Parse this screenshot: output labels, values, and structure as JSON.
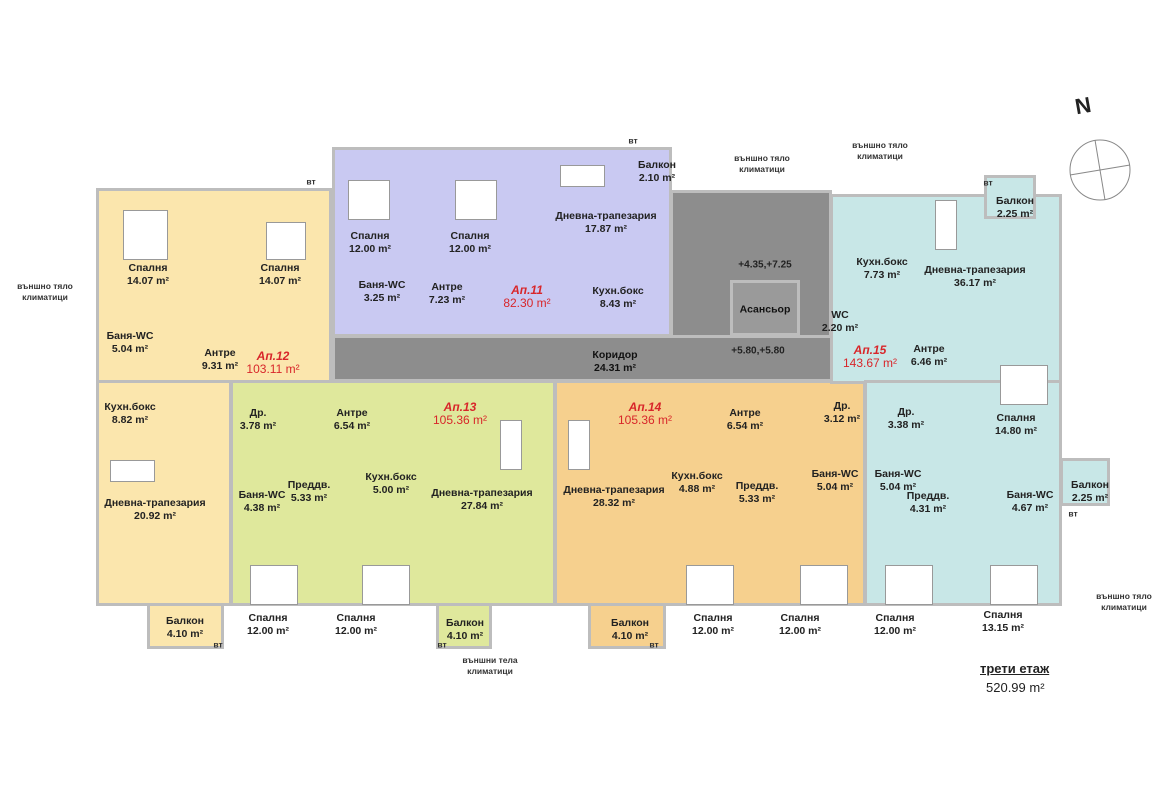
{
  "colors": {
    "ap11": "#c9c9f2",
    "ap12": "#fbe6ad",
    "ap13": "#dfe89c",
    "ap14": "#f6d08e",
    "ap15": "#c8e7e7",
    "common": "#8d8d8d",
    "title": "#d8262a"
  },
  "apartments": {
    "ap11": {
      "name": "Ап.11",
      "area": "82.30 m²"
    },
    "ap12": {
      "name": "Ап.12",
      "area": "103.11 m²"
    },
    "ap13": {
      "name": "Ап.13",
      "area": "105.36 m²"
    },
    "ap14": {
      "name": "Ап.14",
      "area": "105.36 m²"
    },
    "ap15": {
      "name": "Ап.15",
      "area": "143.67 m²"
    }
  },
  "rooms": [
    {
      "name": "Спалня",
      "area": "14.07 m²"
    },
    {
      "name": "Спалня",
      "area": "14.07 m²"
    },
    {
      "name": "Баня-WC",
      "area": "5.04 m²"
    },
    {
      "name": "Антре",
      "area": "9.31 m²"
    },
    {
      "name": "Кухн.бокс",
      "area": "8.82 m²"
    },
    {
      "name": "Дневна-трапезария",
      "area": "20.92 m²"
    },
    {
      "name": "Балкон",
      "area": "4.10 m²"
    },
    {
      "name": "Спалня",
      "area": "12.00 m²"
    },
    {
      "name": "Спалня",
      "area": "12.00 m²"
    },
    {
      "name": "Баня-WC",
      "area": "3.25 m²"
    },
    {
      "name": "Антре",
      "area": "7.23 m²"
    },
    {
      "name": "Кухн.бокс",
      "area": "8.43 m²"
    },
    {
      "name": "Дневна-трапезария",
      "area": "17.87 m²"
    },
    {
      "name": "Балкон",
      "area": "2.10 m²"
    },
    {
      "name": "Коридор",
      "area": "24.31 m²"
    },
    {
      "name": "Асансьор",
      "area": ""
    },
    {
      "name": "Др.",
      "area": "3.78 m²"
    },
    {
      "name": "Антре",
      "area": "6.54 m²"
    },
    {
      "name": "Кухн.бокс",
      "area": "5.00 m²"
    },
    {
      "name": "Дневна-трапезария",
      "area": "27.84 m²"
    },
    {
      "name": "Преддв.",
      "area": "5.33 m²"
    },
    {
      "name": "Баня-WC",
      "area": "4.38 m²"
    },
    {
      "name": "Спалня",
      "area": "12.00 m²"
    },
    {
      "name": "Спалня",
      "area": "12.00 m²"
    },
    {
      "name": "Балкон",
      "area": "4.10 m²"
    },
    {
      "name": "Антре",
      "area": "6.54 m²"
    },
    {
      "name": "Др.",
      "area": "3.12 m²"
    },
    {
      "name": "Кухн.бокс",
      "area": "4.88 m²"
    },
    {
      "name": "Дневна-трапезария",
      "area": "28.32 m²"
    },
    {
      "name": "Преддв.",
      "area": "5.33 m²"
    },
    {
      "name": "Баня-WC",
      "area": "5.04 m²"
    },
    {
      "name": "Спалня",
      "area": "12.00 m²"
    },
    {
      "name": "Спалня",
      "area": "12.00 m²"
    },
    {
      "name": "Балкон",
      "area": "4.10 m²"
    },
    {
      "name": "Кухн.бокс",
      "area": "7.73 m²"
    },
    {
      "name": "Дневна-трапезария",
      "area": "36.17 m²"
    },
    {
      "name": "Балкон",
      "area": "2.25 m²"
    },
    {
      "name": "WC",
      "area": "2.20 m²"
    },
    {
      "name": "Антре",
      "area": "6.46 m²"
    },
    {
      "name": "Др.",
      "area": "3.38 m²"
    },
    {
      "name": "Спалня",
      "area": "14.80 m²"
    },
    {
      "name": "Баня-WC",
      "area": "5.04 m²"
    },
    {
      "name": "Преддв.",
      "area": "4.31 m²"
    },
    {
      "name": "Баня-WC",
      "area": "4.67 m²"
    },
    {
      "name": "Балкон",
      "area": "2.25 m²"
    },
    {
      "name": "Спалня",
      "area": "12.00 m²"
    },
    {
      "name": "Спалня",
      "area": "13.15 m²"
    }
  ],
  "levels": [
    "+4.35,+7.25",
    "+5.80,+5.80"
  ],
  "notes": {
    "ac_unit": [
      "външно тяло",
      "климатици"
    ],
    "ac_units": [
      "външни тела",
      "климатици"
    ],
    "vt": "вт"
  },
  "footer": {
    "floor": "трети етаж",
    "total": "520.99 m²"
  },
  "north": "N"
}
